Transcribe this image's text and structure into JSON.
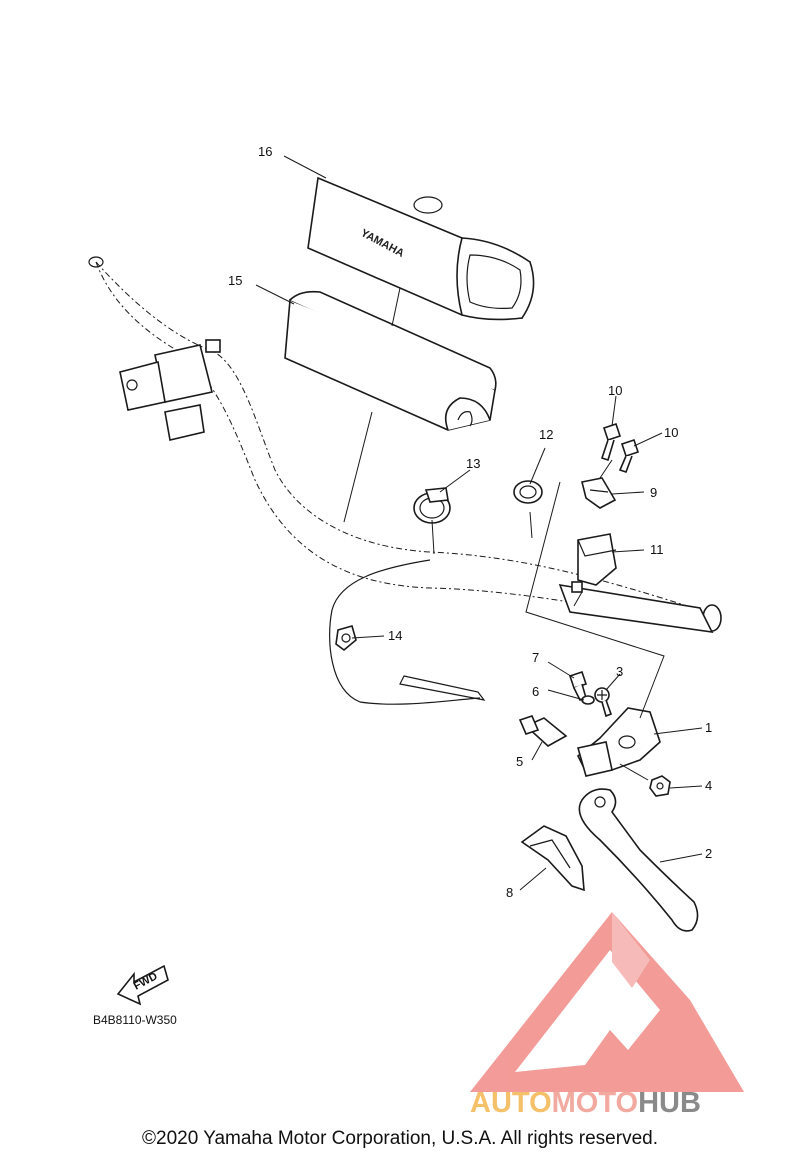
{
  "diagram": {
    "callouts": [
      {
        "label": "1"
      },
      {
        "label": "2"
      },
      {
        "label": "3"
      },
      {
        "label": "4"
      },
      {
        "label": "5"
      },
      {
        "label": "6"
      },
      {
        "label": "7"
      },
      {
        "label": "8"
      },
      {
        "label": "9"
      },
      {
        "label": "10"
      },
      {
        "label": "10"
      },
      {
        "label": "11"
      },
      {
        "label": "12"
      },
      {
        "label": "13"
      },
      {
        "label": "14"
      },
      {
        "label": "15"
      },
      {
        "label": "16"
      }
    ],
    "pad_brand": "YAMAHA",
    "fwd_label": "FWD",
    "diagram_code": "B4B8110-W350"
  },
  "watermark": {
    "part1": "AUTO",
    "part2": "MOTO",
    "part3": "HUB",
    "colors": {
      "auto": "#f5c06a",
      "moto": "#f2a9a0",
      "hub": "#8a8a8a",
      "logo": "#f08a86"
    }
  },
  "footer": {
    "copyright": "©2020 Yamaha Motor Corporation, U.S.A. All rights reserved."
  }
}
